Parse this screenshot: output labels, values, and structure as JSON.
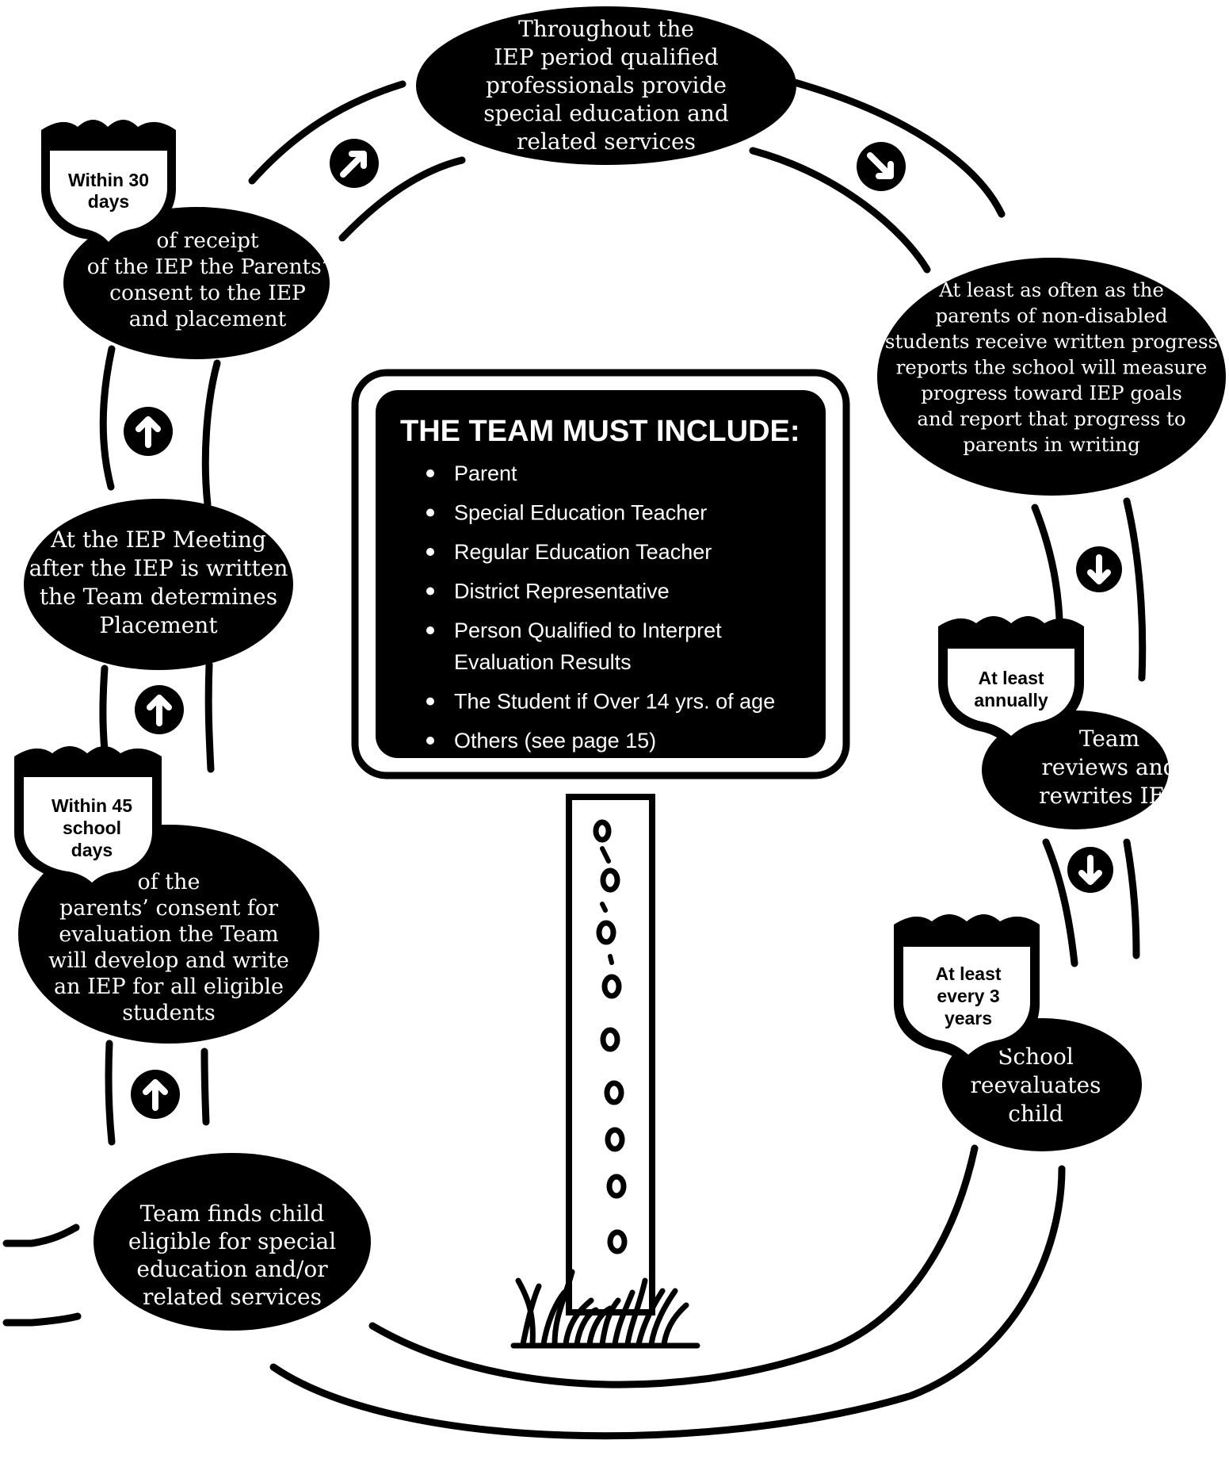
{
  "steps": {
    "services": [
      "Throughout the",
      "IEP period qualified",
      "professionals provide",
      "special education and",
      "related services"
    ],
    "progress": [
      "At least as often as the",
      "parents of non-disabled",
      "students receive written progress",
      "reports  the school will measure",
      "progress toward IEP goals",
      "and report that progress to",
      "parents in writing"
    ],
    "review": [
      "Team",
      "reviews and",
      "rewrites IEP"
    ],
    "reevaluate": [
      "School",
      "reevaluates",
      "child"
    ],
    "eligible": [
      "Team finds child",
      "eligible for special",
      "education and/or",
      "related services"
    ],
    "develop_iep": [
      "of the",
      "parents’ consent for",
      "evaluation the Team",
      "will develop and write",
      "an IEP for all eligible",
      "students"
    ],
    "placement": [
      "At the IEP Meeting",
      "after the IEP is written",
      "the Team determines",
      "Placement"
    ],
    "consent": [
      "of receipt",
      "of the IEP the Parents’",
      "consent to the IEP",
      "and placement"
    ]
  },
  "shields": {
    "within_30": [
      "Within 30",
      "days"
    ],
    "within_45": [
      "Within 45",
      "school",
      "days"
    ],
    "annually": [
      "At least",
      "annually"
    ],
    "every_3": [
      "At least",
      "every 3",
      "years"
    ]
  },
  "sign": {
    "title": "THE TEAM MUST INCLUDE:",
    "items": [
      [
        "Parent"
      ],
      [
        "Special Education Teacher"
      ],
      [
        "Regular Education Teacher"
      ],
      [
        "District Representative"
      ],
      [
        "Person Qualified to Interpret",
        "Evaluation Results"
      ],
      [
        "The Student if Over 14 yrs. of age"
      ],
      [
        "Others (see page 15)"
      ]
    ]
  },
  "arrow_icons": [
    "arrow-up-right-icon",
    "arrow-down-right-icon",
    "arrow-down-icon",
    "arrow-down-icon",
    "arrow-up-icon",
    "arrow-up-icon",
    "arrow-up-icon"
  ],
  "colors": {
    "ink": "#000000",
    "paper": "#ffffff"
  }
}
